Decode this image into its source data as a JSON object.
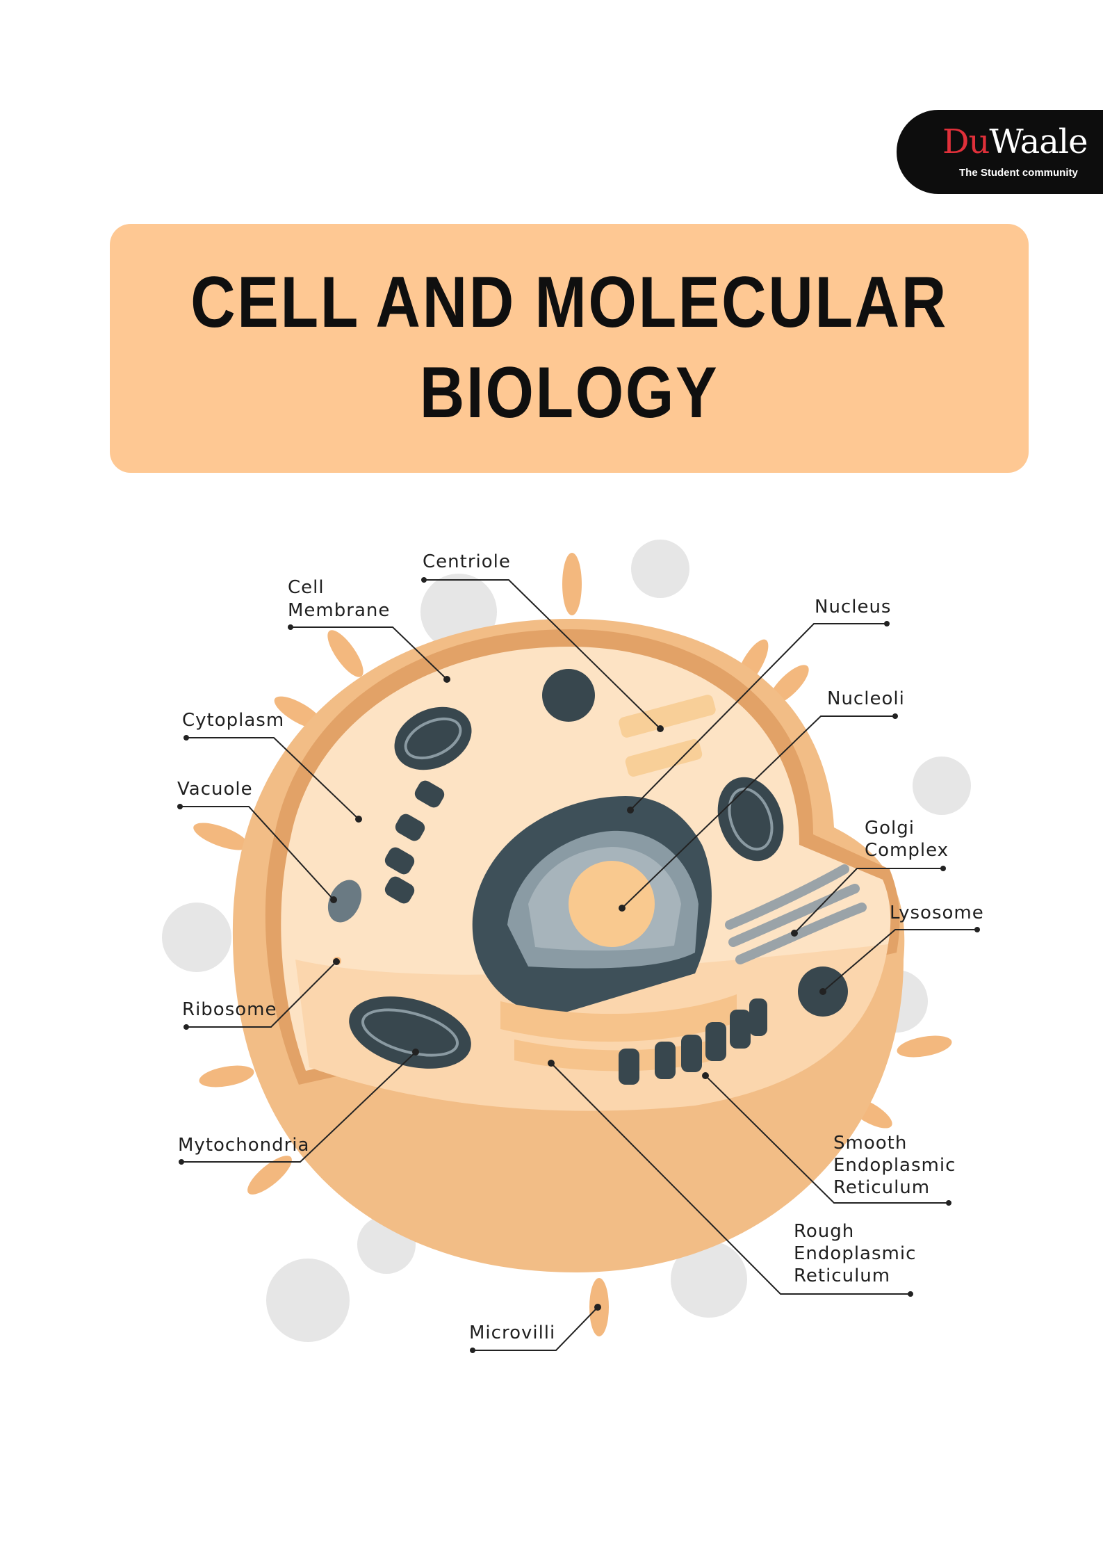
{
  "logo": {
    "brand_du": "Du",
    "brand_waale": "Waale",
    "tagline": "The Student community"
  },
  "title": {
    "line1": "Cell and Molecular",
    "line2": "biology"
  },
  "diagram": {
    "labels": {
      "centriole": "Centriole",
      "cell_membrane_1": "Cell",
      "cell_membrane_2": "Membrane",
      "nucleus": "Nucleus",
      "nucleoli": "Nucleoli",
      "cytoplasm": "Cytoplasm",
      "vacuole": "Vacuole",
      "golgi_1": "Golgi",
      "golgi_2": "Complex",
      "lysosome": "Lysosome",
      "ribosome": "Ribosome",
      "mytochondria": "Mytochondria",
      "smooth_er_1": "Smooth",
      "smooth_er_2": "Endoplasmic",
      "smooth_er_3": "Reticulum",
      "rough_er_1": "Rough",
      "rough_er_2": "Endoplasmic",
      "rough_er_3": "Reticulum",
      "microvilli": "Microvilli"
    },
    "colors": {
      "cell_outer": "#f2bd86",
      "cytoplasm": "#fde3c4",
      "nucleus_dark": "#3e5059",
      "nucleolus": "#f9c98f",
      "organelle_dark": "#38474e"
    }
  }
}
